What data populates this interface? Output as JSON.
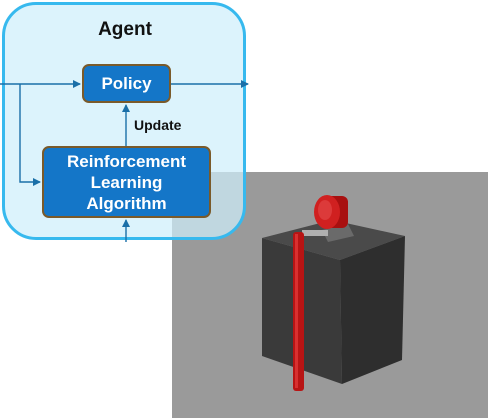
{
  "agent": {
    "title": "Agent",
    "policy_label": "Policy",
    "algorithm_lines": [
      "Reinforcement",
      "Learning",
      "Algorithm"
    ],
    "update_label": "Update"
  },
  "colors": {
    "agent_border": "#37b9ee",
    "agent_fill": "#ceeefb",
    "block_fill": "#1476c8",
    "arrow": "#1a6fa8",
    "scene_background": "#9a9a9a",
    "box": "#3c3c3c",
    "pendulum": "#c01818"
  },
  "scene": {
    "objects": [
      "box",
      "motor-cylinder",
      "pendulum-rod"
    ]
  }
}
